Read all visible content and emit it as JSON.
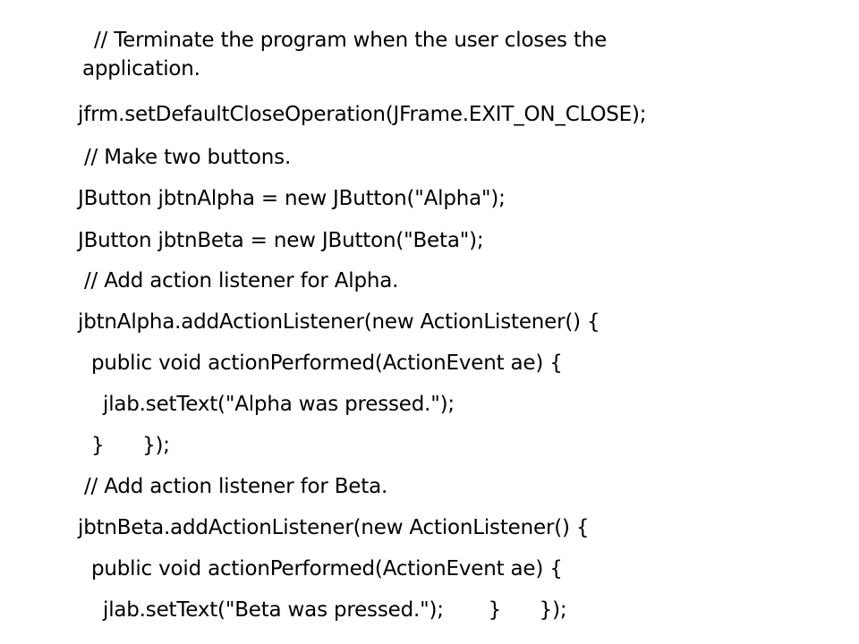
{
  "slide": {
    "lines": [
      "// Terminate the program when the user closes the",
      "application.",
      "jfrm.setDefaultCloseOperation(JFrame.EXIT_ON_CLOSE);",
      "// Make two buttons.",
      "JButton jbtnAlpha = new JButton(\"Alpha\");",
      "JButton jbtnBeta = new JButton(\"Beta\");",
      "// Add action listener for Alpha.",
      "jbtnAlpha.addActionListener(new ActionListener() {",
      "public void actionPerformed(ActionEvent ae) {",
      "jlab.setText(\"Alpha was pressed.\");",
      "}      });",
      "// Add action listener for Beta.",
      "jbtnBeta.addActionListener(new ActionListener() {",
      "public void actionPerformed(ActionEvent ae) {",
      "jlab.setText(\"Beta was pressed.\");       }      });"
    ]
  }
}
